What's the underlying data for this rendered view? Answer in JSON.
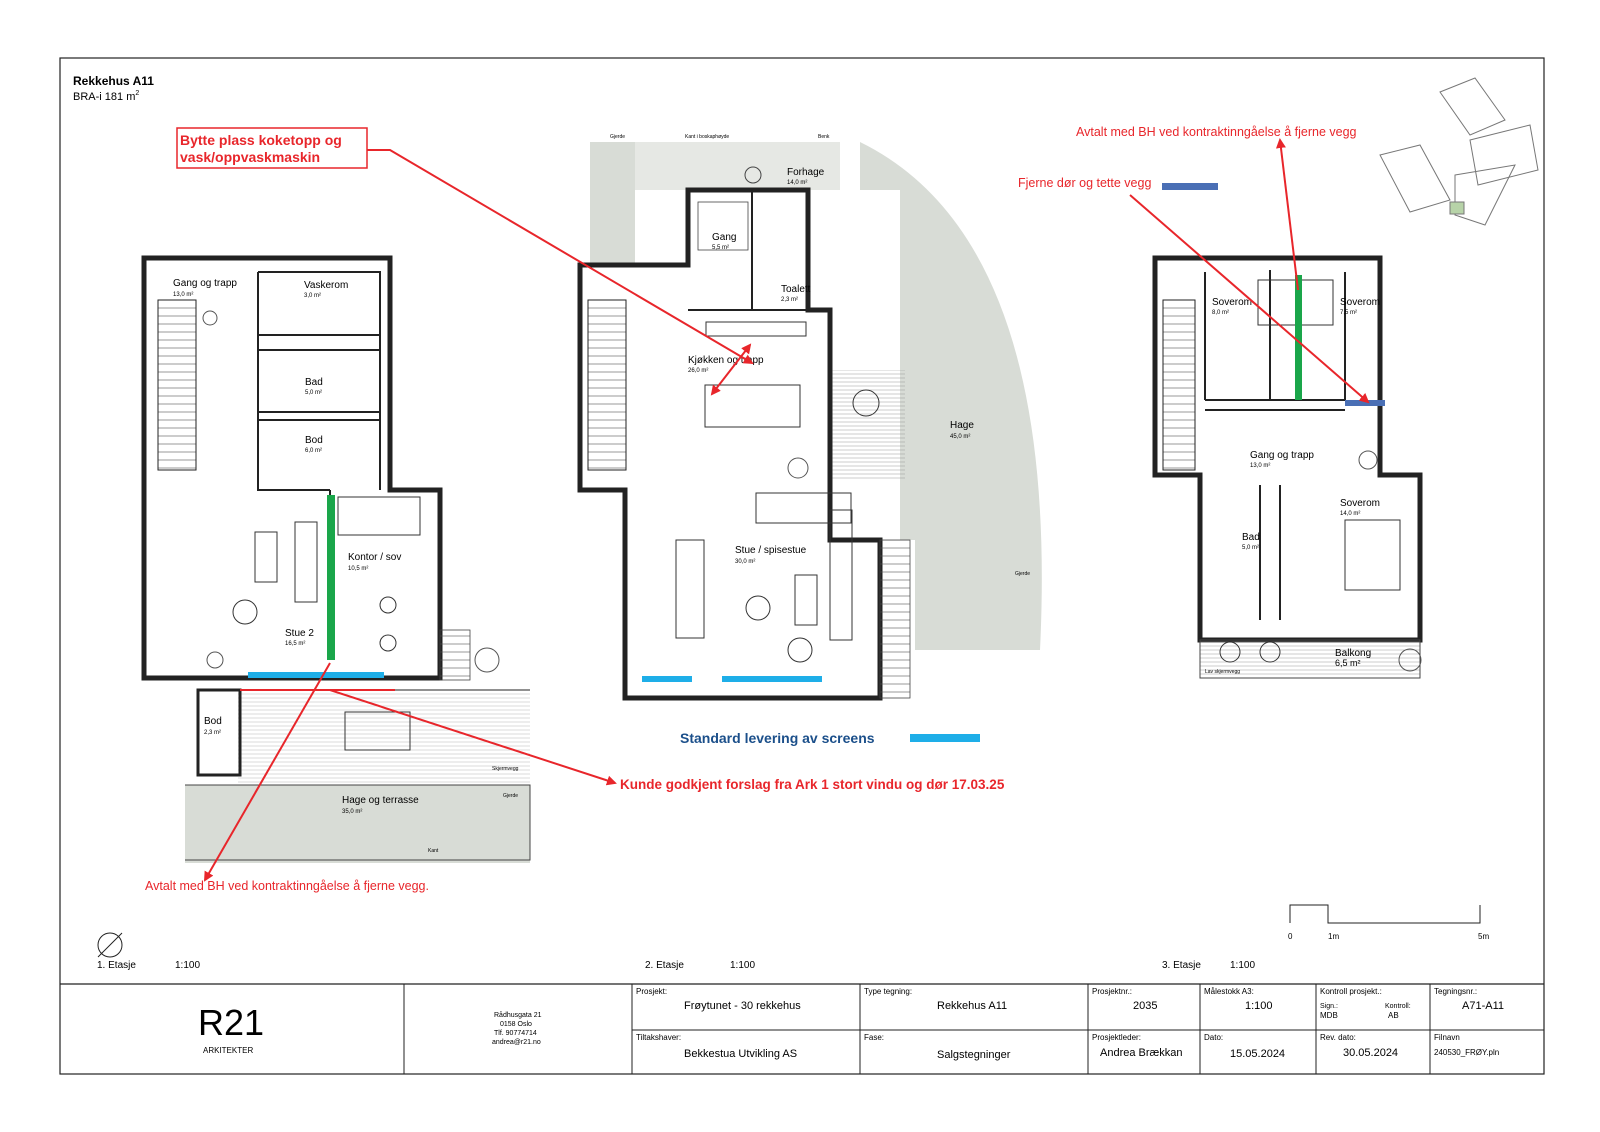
{
  "header": {
    "title": "Rekkehus A11",
    "area_prefix": "BRA-i 181 m",
    "area_sup": "2"
  },
  "annotations": {
    "swap": [
      "Bytte plass koketopp og",
      "vask/oppvaskmaskin"
    ],
    "agreed_top": "Avtalt med BH ved kontraktinngåelse å fjerne vegg",
    "remove_door": "Fjerne dør og tette vegg",
    "agreed_bottom": "Avtalt med BH ved kontraktinngåelse å fjerne vegg.",
    "customer": "Kunde godkjent forslag fra Ark  1 stort vindu og dør 17.03.25",
    "screens": "Standard levering av screens"
  },
  "colors": {
    "annotation": "#e8262b",
    "wall_removal": "#1aa64a",
    "screens": "#1eaee8",
    "seal_wall": "#4a6fb5",
    "hatch": "#d8dcd6",
    "line": "#222222"
  },
  "floors": [
    {
      "label": "1. Etasje",
      "scale": "1:100"
    },
    {
      "label": "2. Etasje",
      "scale": "1:100"
    },
    {
      "label": "3. Etasje",
      "scale": "1:100"
    }
  ],
  "rooms": {
    "f1_gang": {
      "name": "Gang og trapp",
      "area": "13,0 m²"
    },
    "f1_vask": {
      "name": "Vaskerom",
      "area": "3,0 m²"
    },
    "f1_bad": {
      "name": "Bad",
      "area": "5,0 m²"
    },
    "f1_bod": {
      "name": "Bod",
      "area": "6,0 m²"
    },
    "f1_kontor": {
      "name": "Kontor / sov",
      "area": "10,5 m²"
    },
    "f1_stue": {
      "name": "Stue 2",
      "area": "16,5 m²"
    },
    "f1_bod2": {
      "name": "Bod",
      "area": "2,3 m²"
    },
    "f1_hage": {
      "name": "Hage og terrasse",
      "area": "35,0 m²"
    },
    "f1_skjerm": "Skjermvegg",
    "f1_gjerde": "Gjerde",
    "f1_kant": "Kant",
    "f2_forhage": {
      "name": "Forhage",
      "area": "14,0 m²"
    },
    "f2_gang": {
      "name": "Gang",
      "area": "5,5 m²"
    },
    "f2_toalett": {
      "name": "Toalett",
      "area": "2,3 m²"
    },
    "f2_kjokken": {
      "name": "Kjøkken og trapp",
      "area": "26,0 m²"
    },
    "f2_stue": {
      "name": "Stue / spisestue",
      "area": "30,0 m²"
    },
    "f2_hage": {
      "name": "Hage",
      "area": "45,0 m²"
    },
    "f2_gjerde": "Gjerde",
    "f2_kant": "Kant i boskaphøyde",
    "f2_benk": "Benk",
    "f2_gjerde2": "Gjerde",
    "f3_sov1": {
      "name": "Soverom",
      "area": "8,0 m²"
    },
    "f3_sov2": {
      "name": "Soverom",
      "area": "7,5 m²"
    },
    "f3_gang": {
      "name": "Gang og trapp",
      "area": "13,0 m²"
    },
    "f3_bad": {
      "name": "Bad",
      "area": "5,0 m²"
    },
    "f3_sov3": {
      "name": "Soverom",
      "area": "14,0 m²"
    },
    "f3_balkong": {
      "name": "Balkong",
      "area": "6,5 m²"
    },
    "f3_lav": "Lav skjermvegg"
  },
  "scalebar": {
    "t0": "0",
    "t1": "1m",
    "t5": "5m"
  },
  "titleblock": {
    "logo": "R21",
    "logo_sub": "ARKITEKTER",
    "address": [
      "Rådhusgata 21",
      "0158 Oslo",
      "Tlf. 90774714",
      "andrea@r21.no"
    ],
    "prosjekt_label": "Prosjekt:",
    "prosjekt": "Frøytunet - 30 rekkehus",
    "type_label": "Type tegning:",
    "type": "Rekkehus A11",
    "prosjektnr_label": "Prosjektnr.:",
    "prosjektnr": "2035",
    "malestokk_label": "Målestokk A3:",
    "malestokk": "1:100",
    "kontroll_label": "Kontroll prosjekt.:",
    "sign_label": "Sign.:",
    "sign": "MDB",
    "kontroll2_label": "Kontroll:",
    "kontroll2": "AB",
    "tegningsnr_label": "Tegningsnr.:",
    "tegningsnr": "A71-A11",
    "tiltakshaver_label": "Tiltakshaver:",
    "tiltakshaver": "Bekkestua Utvikling AS",
    "fase_label": "Fase:",
    "fase": "Salgstegninger",
    "leder_label": "Prosjektleder:",
    "leder": "Andrea Brækkan",
    "dato_label": "Dato:",
    "dato": "15.05.2024",
    "revdato_label": "Rev. dato:",
    "revdato": "30.05.2024",
    "filnavn_label": "Filnavn",
    "filnavn": "240530_FRØY.pln"
  }
}
